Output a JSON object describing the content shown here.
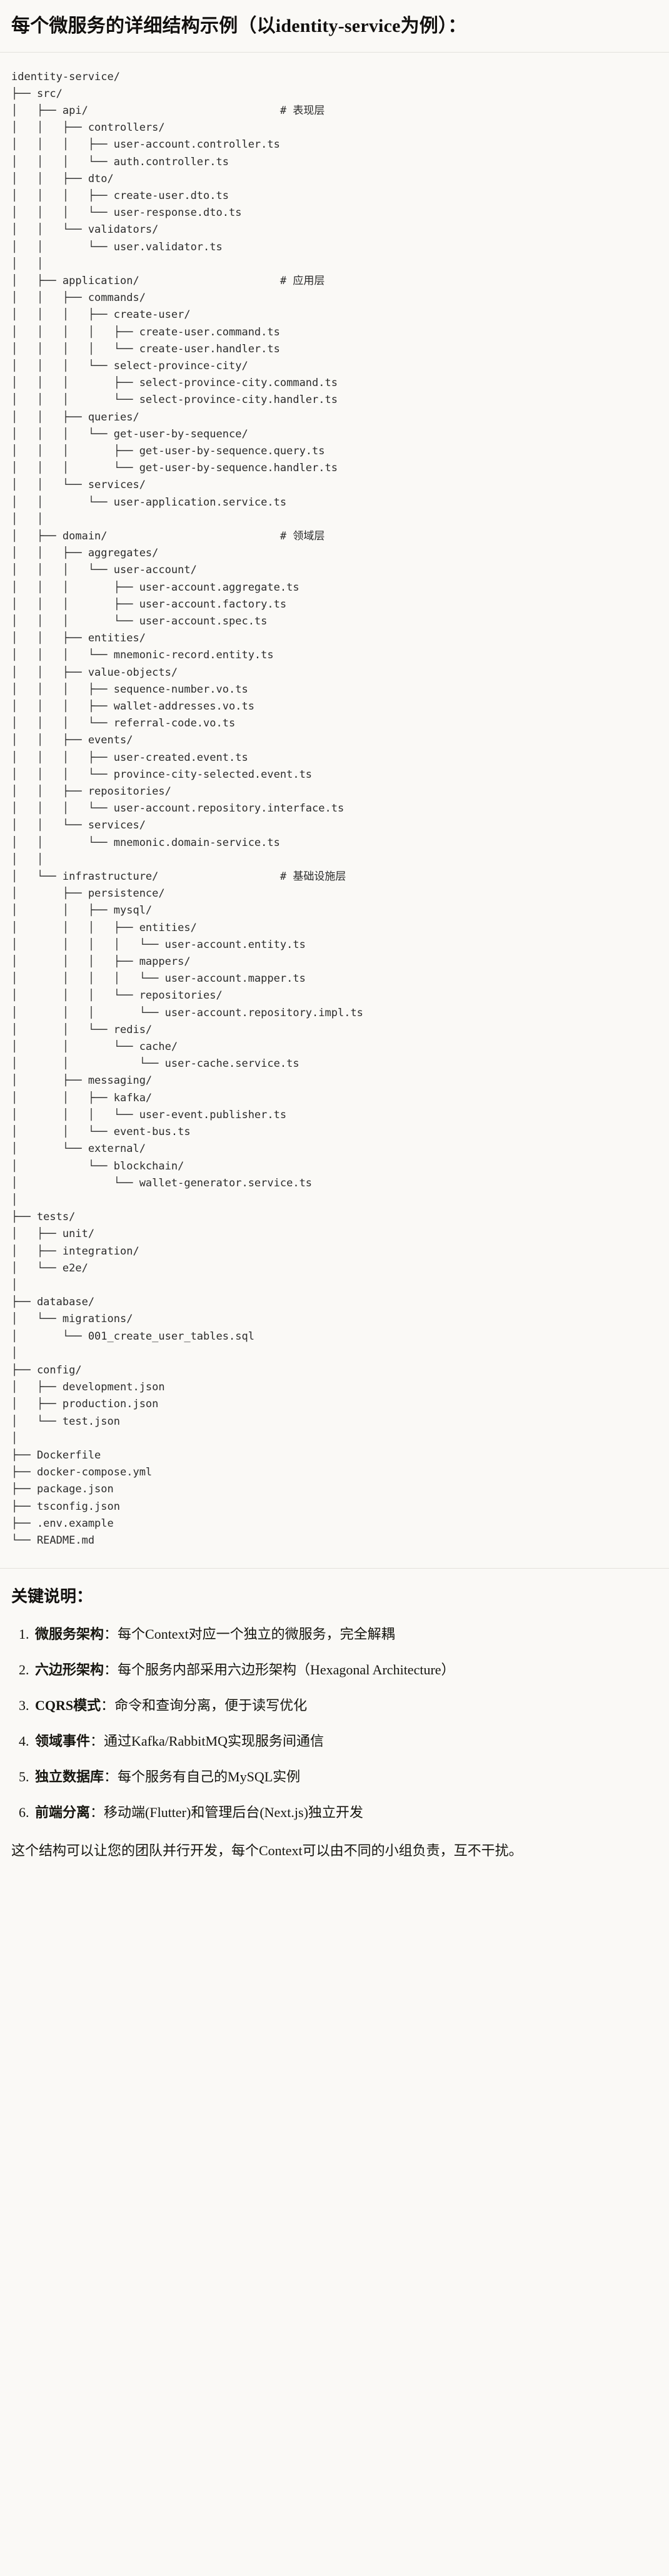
{
  "header": {
    "title": "每个微服务的详细结构示例（以identity-service为例）："
  },
  "tree": {
    "root": "identity-service/",
    "text": "identity-service/\n├── src/\n│   ├── api/                              # 表现层\n│   │   ├── controllers/\n│   │   │   ├── user-account.controller.ts\n│   │   │   └── auth.controller.ts\n│   │   ├── dto/\n│   │   │   ├── create-user.dto.ts\n│   │   │   └── user-response.dto.ts\n│   │   └── validators/\n│   │       └── user.validator.ts\n│   │\n│   ├── application/                      # 应用层\n│   │   ├── commands/\n│   │   │   ├── create-user/\n│   │   │   │   ├── create-user.command.ts\n│   │   │   │   └── create-user.handler.ts\n│   │   │   └── select-province-city/\n│   │   │       ├── select-province-city.command.ts\n│   │   │       └── select-province-city.handler.ts\n│   │   ├── queries/\n│   │   │   └── get-user-by-sequence/\n│   │   │       ├── get-user-by-sequence.query.ts\n│   │   │       └── get-user-by-sequence.handler.ts\n│   │   └── services/\n│   │       └── user-application.service.ts\n│   │\n│   ├── domain/                           # 领域层\n│   │   ├── aggregates/\n│   │   │   └── user-account/\n│   │   │       ├── user-account.aggregate.ts\n│   │   │       ├── user-account.factory.ts\n│   │   │       └── user-account.spec.ts\n│   │   ├── entities/\n│   │   │   └── mnemonic-record.entity.ts\n│   │   ├── value-objects/\n│   │   │   ├── sequence-number.vo.ts\n│   │   │   ├── wallet-addresses.vo.ts\n│   │   │   └── referral-code.vo.ts\n│   │   ├── events/\n│   │   │   ├── user-created.event.ts\n│   │   │   └── province-city-selected.event.ts\n│   │   ├── repositories/\n│   │   │   └── user-account.repository.interface.ts\n│   │   └── services/\n│   │       └── mnemonic.domain-service.ts\n│   │\n│   └── infrastructure/                   # 基础设施层\n│       ├── persistence/\n│       │   ├── mysql/\n│       │   │   ├── entities/\n│       │   │   │   └── user-account.entity.ts\n│       │   │   ├── mappers/\n│       │   │   │   └── user-account.mapper.ts\n│       │   │   └── repositories/\n│       │   │       └── user-account.repository.impl.ts\n│       │   └── redis/\n│       │       └── cache/\n│       │           └── user-cache.service.ts\n│       ├── messaging/\n│       │   ├── kafka/\n│       │   │   └── user-event.publisher.ts\n│       │   └── event-bus.ts\n│       └── external/\n│           └── blockchain/\n│               └── wallet-generator.service.ts\n│\n├── tests/\n│   ├── unit/\n│   ├── integration/\n│   └── e2e/\n│\n├── database/\n│   └── migrations/\n│       └── 001_create_user_tables.sql\n│\n├── config/\n│   ├── development.json\n│   ├── production.json\n│   └── test.json\n│\n├── Dockerfile\n├── docker-compose.yml\n├── package.json\n├── tsconfig.json\n├── .env.example\n└── README.md",
    "layer_comments": [
      {
        "path": "src/api/",
        "comment": "# 表现层"
      },
      {
        "path": "src/application/",
        "comment": "# 应用层"
      },
      {
        "path": "src/domain/",
        "comment": "# 领域层"
      },
      {
        "path": "src/infrastructure/",
        "comment": "# 基础设施层"
      }
    ]
  },
  "notes": {
    "title": "关键说明：",
    "items": [
      {
        "term": "微服务架构",
        "desc": "：每个Context对应一个独立的微服务，完全解耦"
      },
      {
        "term": "六边形架构",
        "desc": "：每个服务内部采用六边形架构（Hexagonal Architecture）"
      },
      {
        "term": "CQRS模式",
        "desc": "：命令和查询分离，便于读写优化"
      },
      {
        "term": "领域事件",
        "desc": "：通过Kafka/RabbitMQ实现服务间通信"
      },
      {
        "term": "独立数据库",
        "desc": "：每个服务有自己的MySQL实例"
      },
      {
        "term": "前端分离",
        "desc": "：移动端(Flutter)和管理后台(Next.js)独立开发"
      }
    ],
    "closing": "这个结构可以让您的团队并行开发，每个Context可以由不同的小组负责，互不干扰。"
  }
}
